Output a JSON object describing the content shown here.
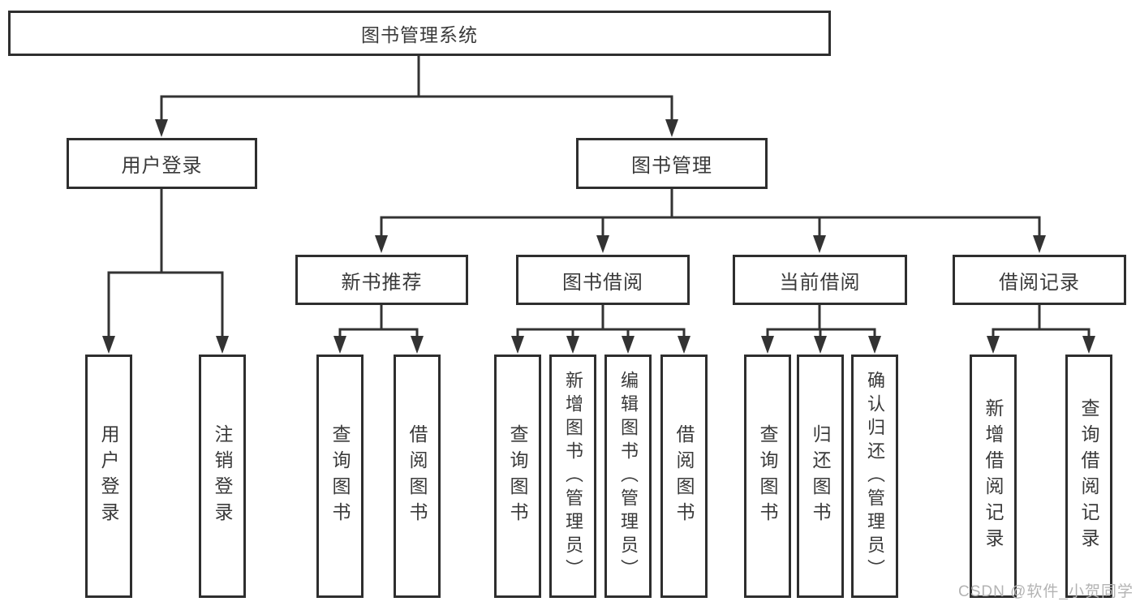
{
  "diagram": {
    "root": {
      "label": "图书管理系统"
    },
    "level2": [
      {
        "label": "用户登录"
      },
      {
        "label": "图书管理"
      }
    ],
    "level3": [
      {
        "label": "新书推荐",
        "parent": "图书管理"
      },
      {
        "label": "图书借阅",
        "parent": "图书管理"
      },
      {
        "label": "当前借阅",
        "parent": "图书管理"
      },
      {
        "label": "借阅记录",
        "parent": "图书管理"
      }
    ],
    "leaves": [
      {
        "label": "用户登录",
        "parent": "用户登录"
      },
      {
        "label": "注销登录",
        "parent": "用户登录"
      },
      {
        "label": "查询图书",
        "parent": "新书推荐"
      },
      {
        "label": "借阅图书",
        "parent": "新书推荐"
      },
      {
        "label": "查询图书",
        "parent": "图书借阅"
      },
      {
        "label": "新增图书（管理员）",
        "parent": "图书借阅"
      },
      {
        "label": "编辑图书（管理员）",
        "parent": "图书借阅"
      },
      {
        "label": "借阅图书",
        "parent": "图书借阅"
      },
      {
        "label": "查询图书",
        "parent": "当前借阅"
      },
      {
        "label": "归还图书",
        "parent": "当前借阅"
      },
      {
        "label": "确认归还（管理员）",
        "parent": "当前借阅"
      },
      {
        "label": "新增借阅记录",
        "parent": "借阅记录"
      },
      {
        "label": "查询借阅记录",
        "parent": "借阅记录"
      }
    ],
    "watermark": "CSDN @软件_小贺同学",
    "colors": {
      "line": "#333333",
      "box_border": "#2e2e2e",
      "text": "#3a3a3a",
      "watermark": "#b3b3b3",
      "background": "#ffffff"
    }
  }
}
